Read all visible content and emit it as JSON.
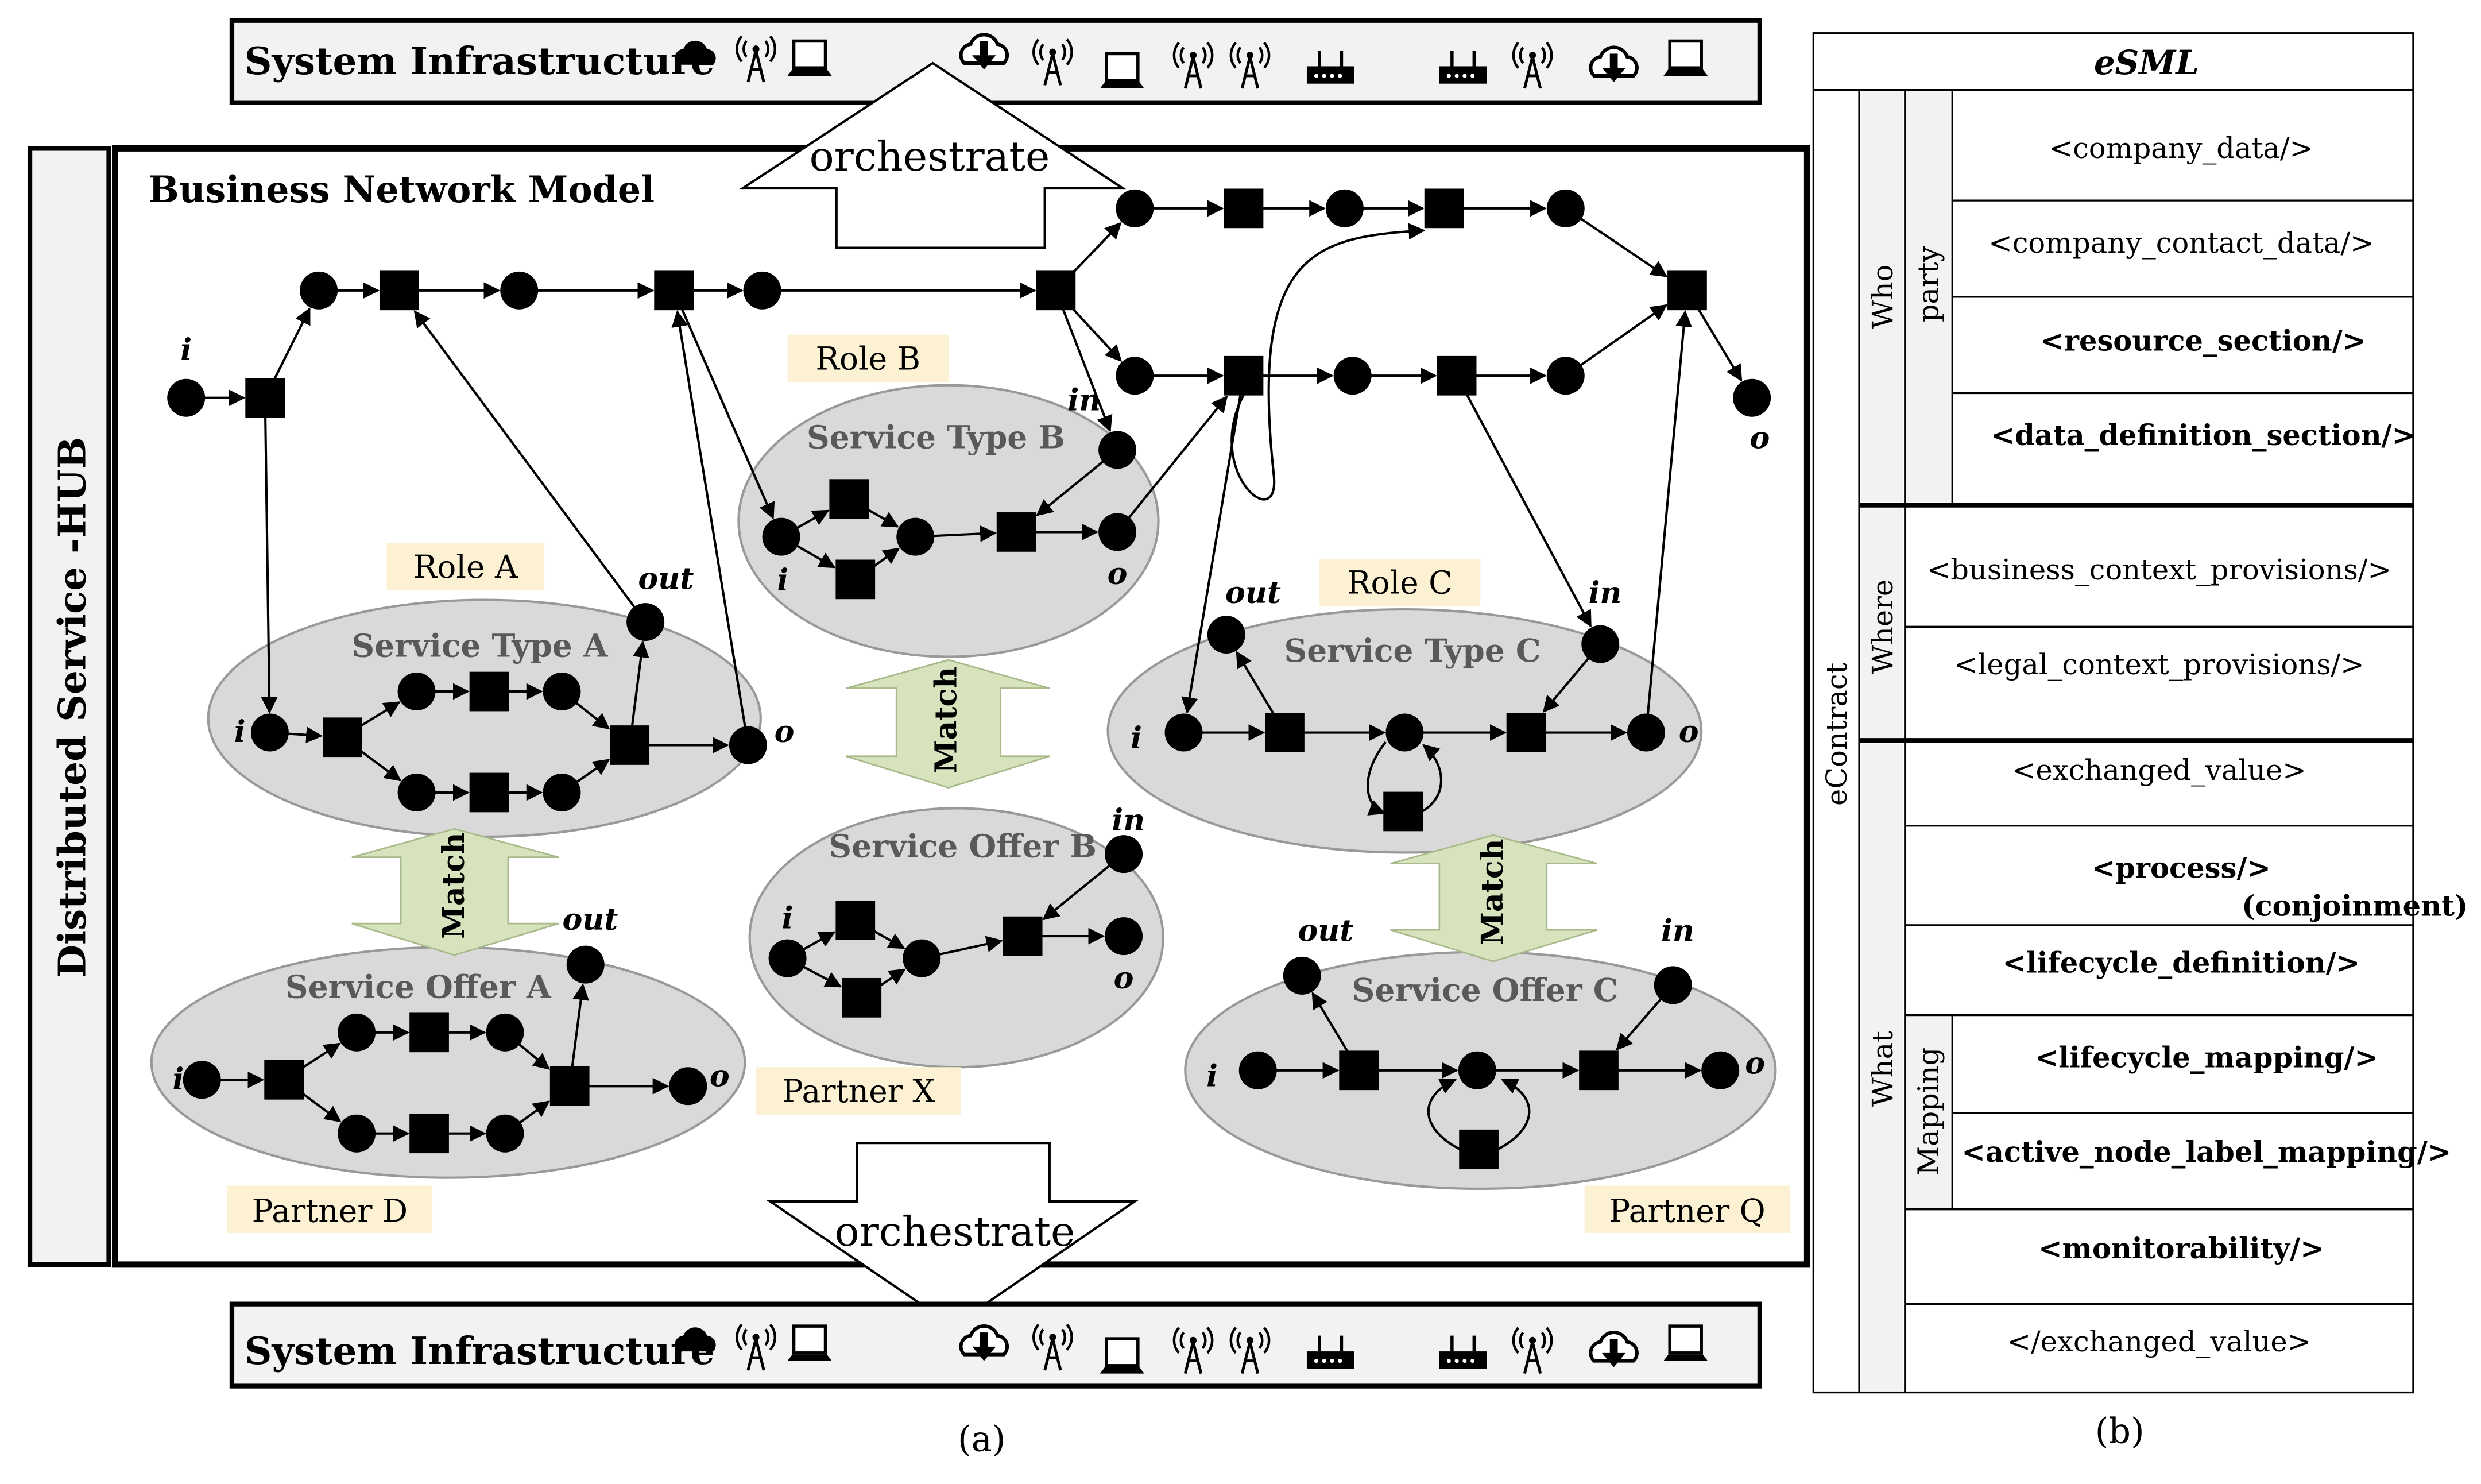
{
  "infra": {
    "label": "System Infrastructure",
    "icons": [
      "cloud-icon",
      "antenna-icon",
      "laptop-icon",
      "cloud-download-icon",
      "antenna-icon",
      "laptop-icon",
      "antenna-icon",
      "antenna-icon",
      "router-icon",
      "router-icon",
      "antenna-icon",
      "cloud-download-icon",
      "laptop-icon"
    ]
  },
  "hub": {
    "label": "Distributed Service -HUB"
  },
  "bnm": {
    "title": "Business Network Model"
  },
  "orchestrate": {
    "top": "orchestrate",
    "bottom": "orchestrate"
  },
  "roles": {
    "a": "Role A",
    "b": "Role B",
    "c": "Role C"
  },
  "partners": {
    "d": "Partner D",
    "x": "Partner X",
    "q": "Partner Q"
  },
  "service_types": {
    "a": "Service Type A",
    "b": "Service Type B",
    "c": "Service Type C"
  },
  "service_offers": {
    "a": "Service Offer A",
    "b": "Service Offer B",
    "c": "Service Offer C"
  },
  "match": "Match",
  "ports": {
    "i": "i",
    "o": "o",
    "in": "in",
    "out": "out"
  },
  "captions": {
    "a": "(a)",
    "b": "(b)"
  },
  "esml": {
    "title": "eSML",
    "econtract": "eContract",
    "groups": {
      "who": "Who",
      "where": "Where",
      "what": "What"
    },
    "subgroups": {
      "party": "party",
      "mapping": "Mapping"
    },
    "rows": [
      {
        "text": "<company_data/>",
        "bold": false
      },
      {
        "text": "<company_contact_data/>",
        "bold": false
      },
      {
        "text": "<resource_section/>",
        "bold": true
      },
      {
        "text": "<data_definition_section/>",
        "bold": true
      },
      {
        "text": "<business_context_provisions/>",
        "bold": false
      },
      {
        "text": "<legal_context_provisions/>",
        "bold": false
      },
      {
        "text": "<exchanged_value>",
        "bold": false
      },
      {
        "text": "<process/>",
        "bold": true,
        "note": "(conjoinment)"
      },
      {
        "text": "<lifecycle_definition/>",
        "bold": true
      },
      {
        "text": "<lifecycle_mapping/>",
        "bold": true
      },
      {
        "text": "<active_node_label_mapping/>",
        "bold": true
      },
      {
        "text": "<monitorability/>",
        "bold": true
      },
      {
        "text": "</exchanged_value>",
        "bold": false
      }
    ]
  },
  "colors": {
    "ellipse_fill": "#d9d9d9",
    "label_fill": "#fdf1d3",
    "match_fill": "#d6e3bc",
    "bar_fill": "#f2f2f2",
    "ink": "#000000"
  }
}
